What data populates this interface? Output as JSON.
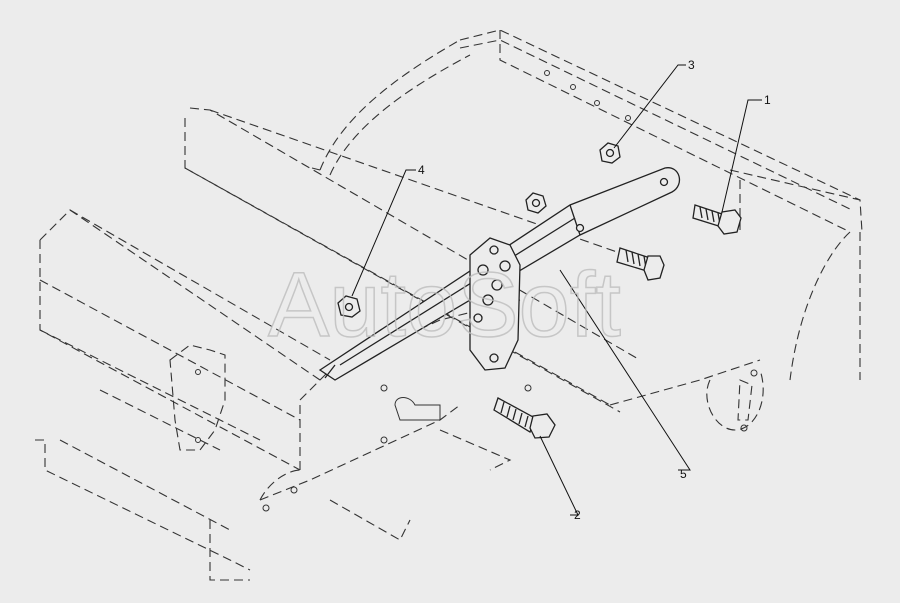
{
  "diagram": {
    "background": "#ececec",
    "line_color": "#333333",
    "callouts": [
      {
        "id": "1",
        "label": "1"
      },
      {
        "id": "2",
        "label": "2"
      },
      {
        "id": "3",
        "label": "3"
      },
      {
        "id": "4",
        "label": "4"
      },
      {
        "id": "5",
        "label": "5"
      }
    ],
    "watermark": "AutoSoft"
  }
}
